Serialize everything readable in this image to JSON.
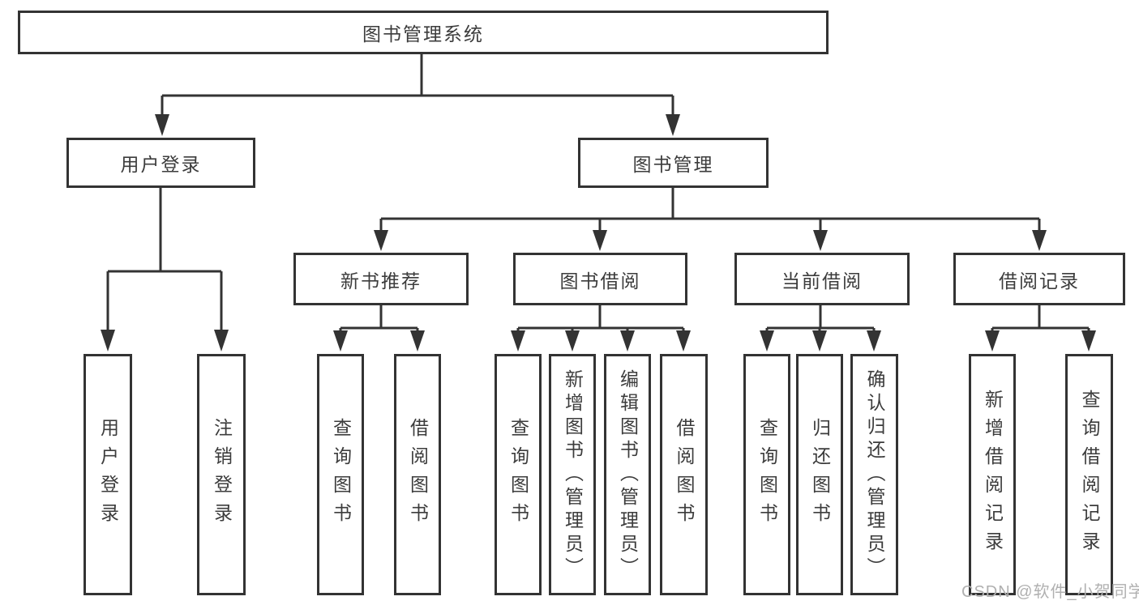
{
  "nodes": {
    "root": "图书管理系统",
    "user_login": "用户登录",
    "book_mgmt": "图书管理",
    "new_book": "新书推荐",
    "book_borrow": "图书借阅",
    "current_borrow": "当前借阅",
    "borrow_record": "借阅记录",
    "leaves": {
      "user_login": [
        "用户登录",
        "注销登录"
      ],
      "new_book": [
        "查询图书",
        "借阅图书"
      ],
      "book_borrow": [
        "查询图书",
        "新增图书（管理员）",
        "编辑图书（管理员）",
        "借阅图书"
      ],
      "current_borrow": [
        "查询图书",
        "归还图书",
        "确认归还（管理员）"
      ],
      "borrow_record": [
        "新增借阅记录",
        "查询借阅记录"
      ]
    }
  },
  "watermark": "CSDN @软件_小贺同学",
  "colors": {
    "line": "#333333",
    "box_border": "#333333",
    "text": "#3c3c3c",
    "watermark": "#b0b0b0",
    "background": "#ffffff"
  }
}
